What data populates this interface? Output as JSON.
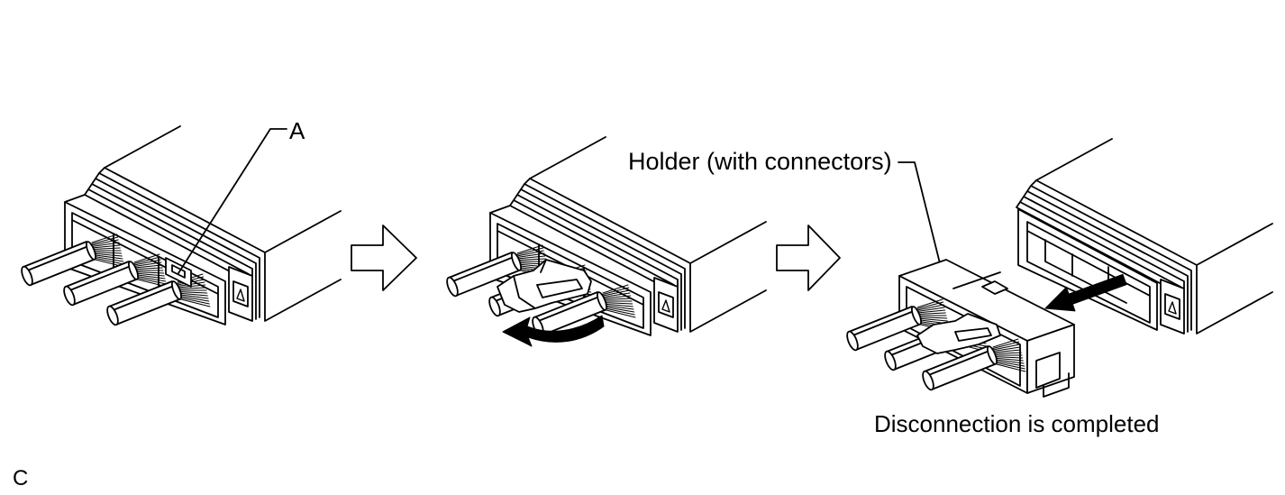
{
  "labels": {
    "lock_label": "A",
    "holder_label": "Holder (with connectors)",
    "result_label": "Disconnection is completed",
    "figure_code": "C"
  },
  "colors": {
    "line": "#000000",
    "background": "#ffffff"
  }
}
